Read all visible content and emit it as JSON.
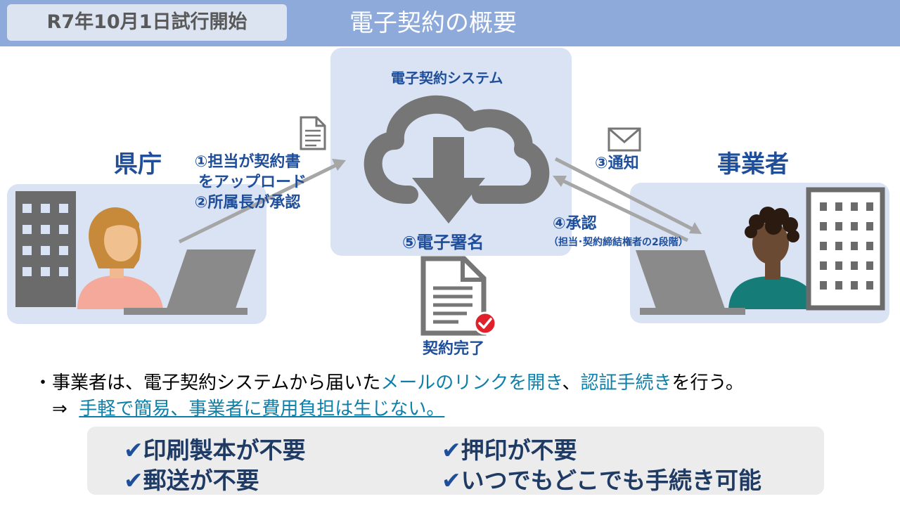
{
  "header": {
    "badge": "R7年10月1日試行開始",
    "title": "電子契約の概要"
  },
  "diagram": {
    "system_label": "電子契約システム",
    "prefecture": "県庁",
    "business": "事業者",
    "step1_line1": "①担当が契約書",
    "step1_line2": "をアップロード",
    "step2": "②所属長が承認",
    "step3": "③通知",
    "step4": "④承認",
    "step4_note": "（担当･契約締結権者の2段階）",
    "step5": "⑤電子署名",
    "complete": "契約完了"
  },
  "bullet": {
    "marker": "・",
    "prefix": "事業者は、電子契約システムから届いた",
    "highlight1": "メールのリンクを開き",
    "middle": "、",
    "highlight2": "認証手続き",
    "suffix": "を行う。"
  },
  "subline": {
    "arrow": "⇒",
    "text": "手軽で簡易、事業者に費用負担は生じない。"
  },
  "benefits": {
    "check": "✔",
    "items": [
      "印刷製本が不要",
      "郵送が不要",
      "押印が不要",
      "いつでもどこでも手続き可能"
    ]
  },
  "colors": {
    "header": "#8eaadb",
    "panel": "#dae3f3",
    "text_blue": "#1f4e9a",
    "highlight": "#0e7fa8",
    "icon_gray": "#767676",
    "check_red": "#e0202a"
  }
}
